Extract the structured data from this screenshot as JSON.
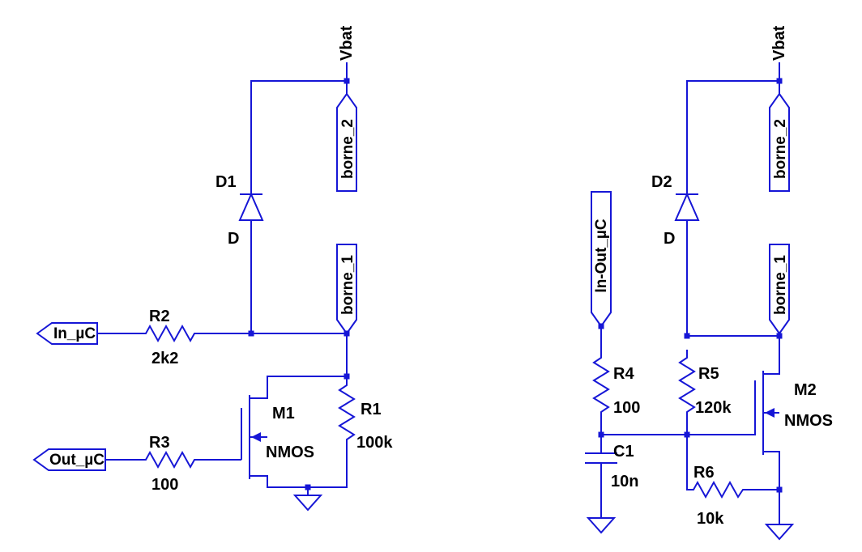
{
  "colors": {
    "wire": "#1616d6",
    "text": "#000000",
    "background": "#ffffff"
  },
  "left": {
    "vbat_label": "Vbat",
    "borne2_label": "borne_2",
    "borne1_label": "borne_1",
    "in_port_label": "In_µC",
    "out_port_label": "Out_µC",
    "d1": {
      "name": "D1",
      "value": "D"
    },
    "r1": {
      "name": "R1",
      "value": "100k"
    },
    "r2": {
      "name": "R2",
      "value": "2k2"
    },
    "r3": {
      "name": "R3",
      "value": "100"
    },
    "m1": {
      "name": "M1",
      "value": "NMOS"
    }
  },
  "right": {
    "vbat_label": "Vbat",
    "borne2_label": "borne_2",
    "borne1_label": "borne_1",
    "inout_port_label": "In-Out_µC",
    "d2": {
      "name": "D2",
      "value": "D"
    },
    "r4": {
      "name": "R4",
      "value": "100"
    },
    "r5": {
      "name": "R5",
      "value": "120k"
    },
    "r6": {
      "name": "R6",
      "value": "10k"
    },
    "m2": {
      "name": "M2",
      "value": "NMOS"
    },
    "c1": {
      "name": "C1",
      "value": "10n"
    }
  }
}
